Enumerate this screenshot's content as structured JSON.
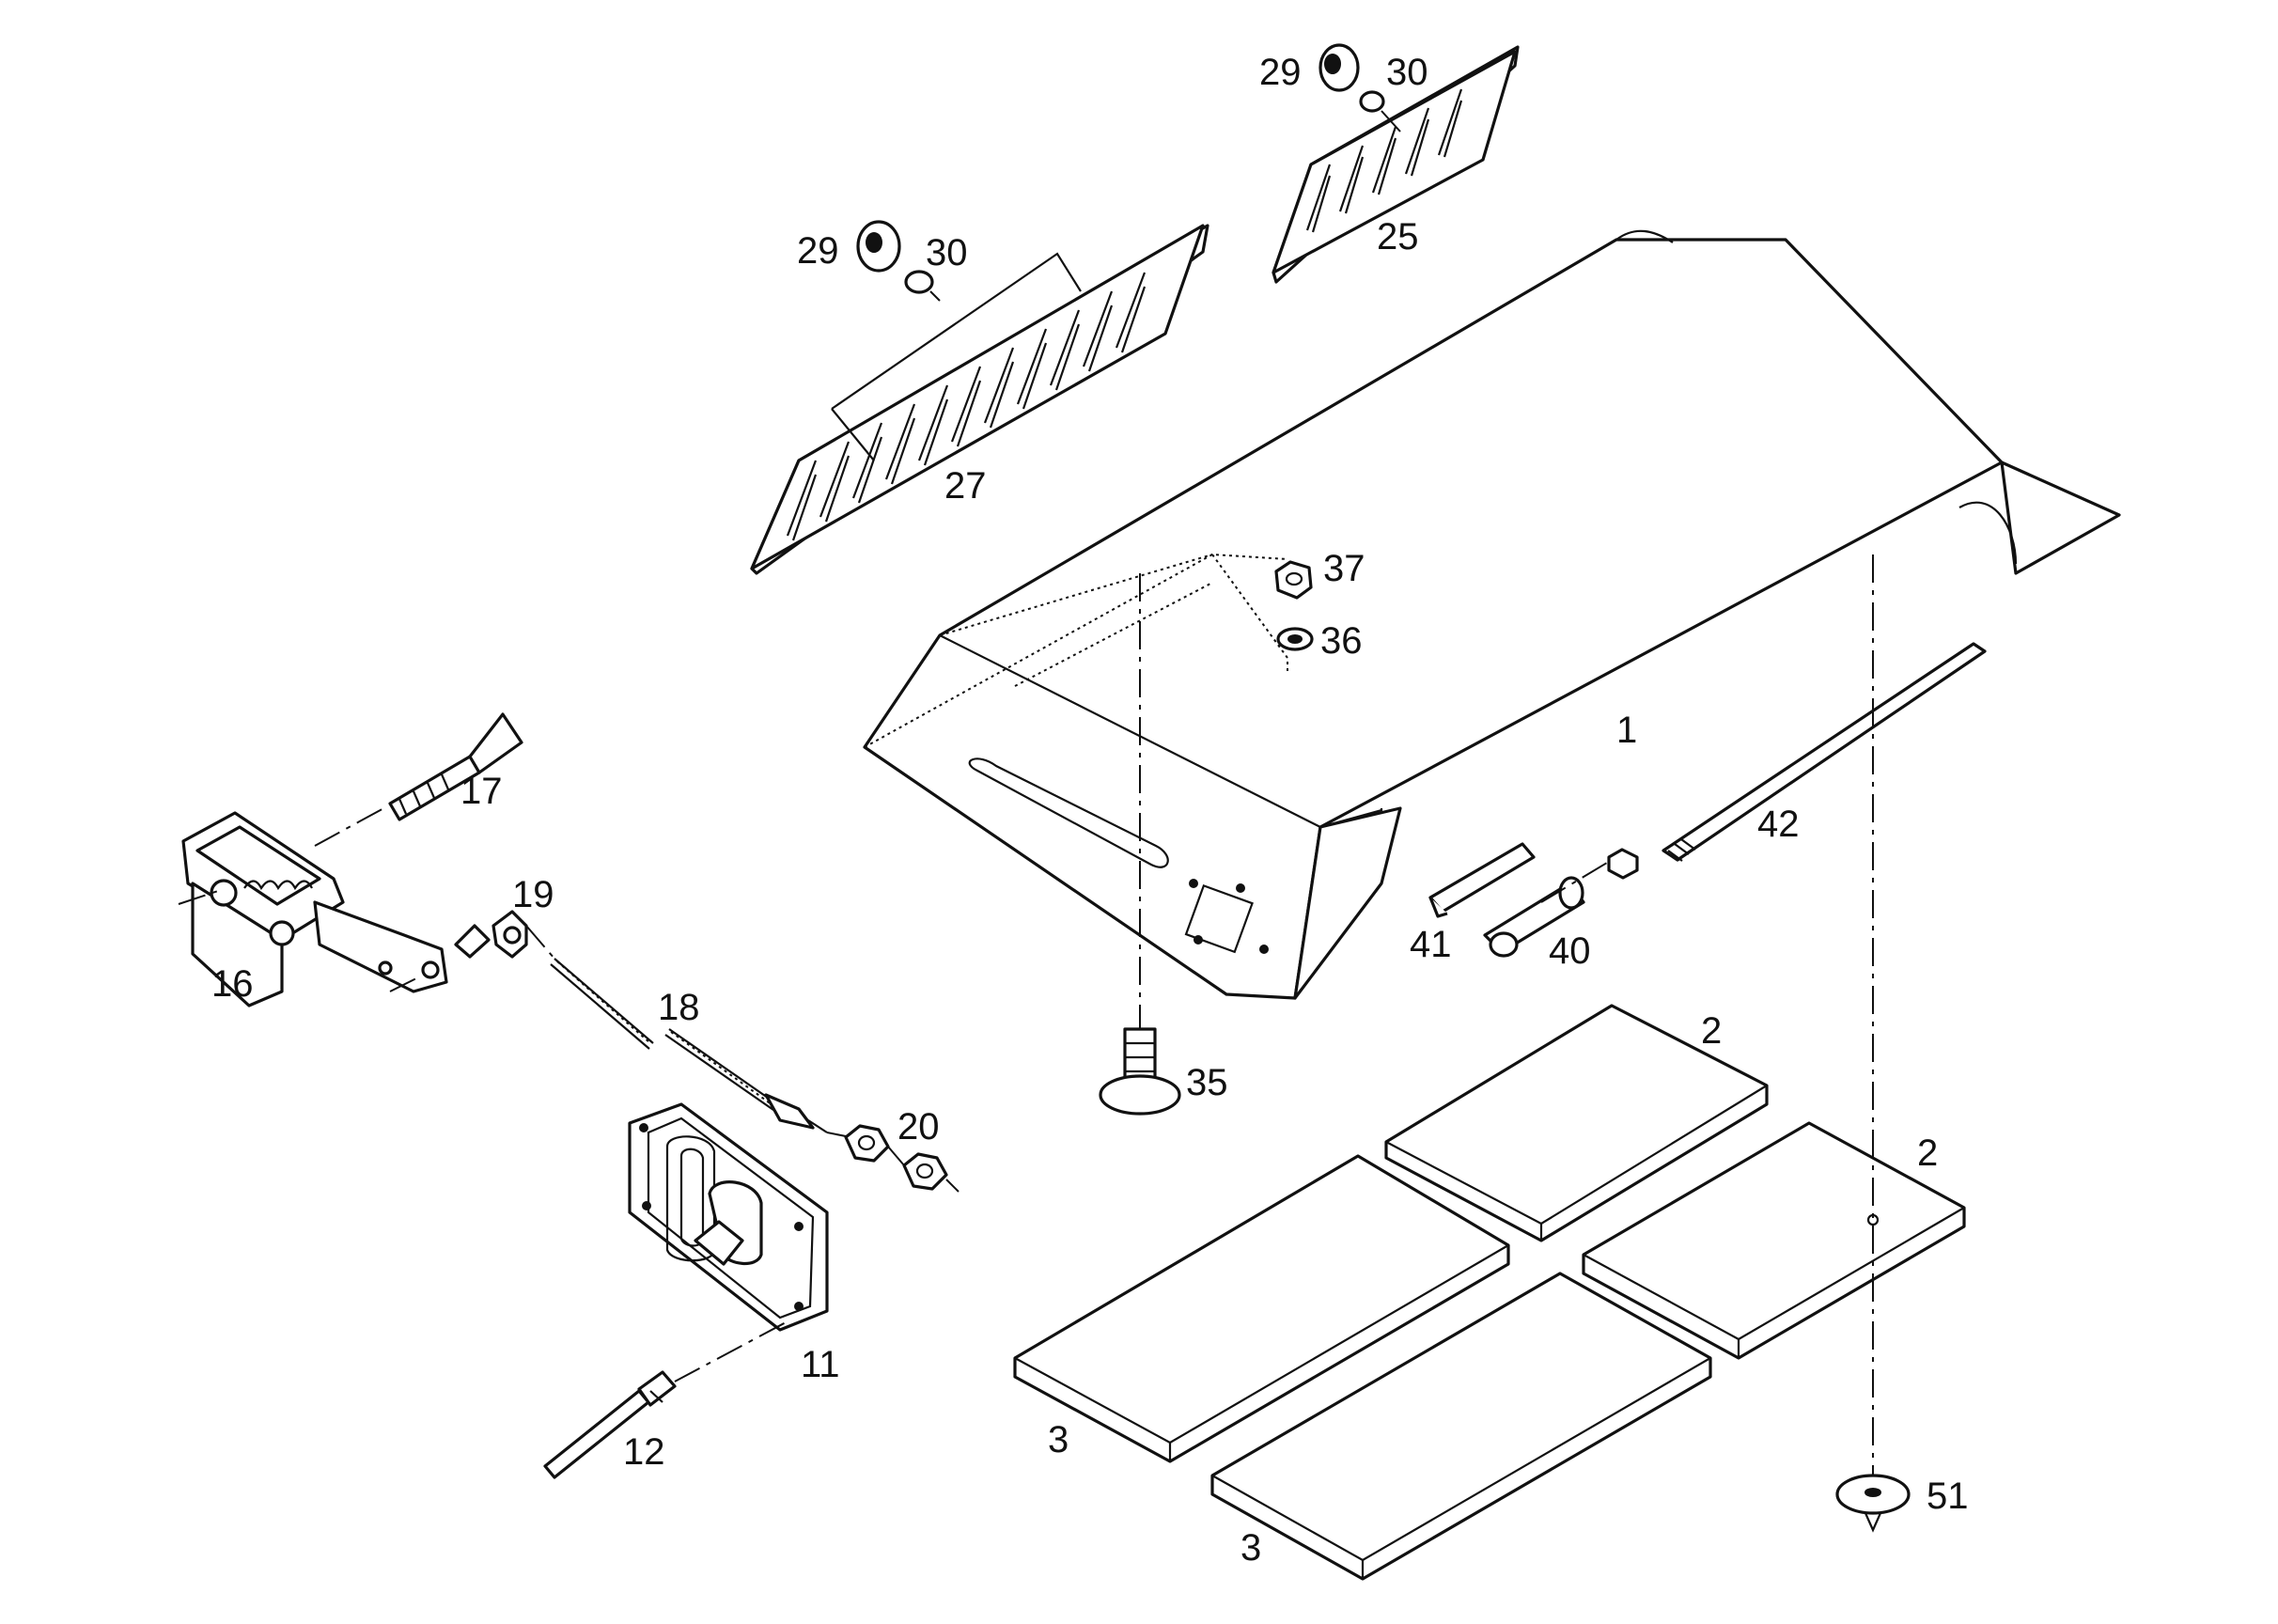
{
  "callouts": {
    "c1": "1",
    "c2a": "2",
    "c2b": "2",
    "c3a": "3",
    "c3b": "3",
    "c11": "11",
    "c12": "12",
    "c16": "16",
    "c17": "17",
    "c18": "18",
    "c19": "19",
    "c20": "20",
    "c25": "25",
    "c27": "27",
    "c29a": "29",
    "c30a": "30",
    "c29b": "29",
    "c30b": "30",
    "c35": "35",
    "c36": "36",
    "c37": "37",
    "c40": "40",
    "c41": "41",
    "c42": "42",
    "c51": "51"
  }
}
